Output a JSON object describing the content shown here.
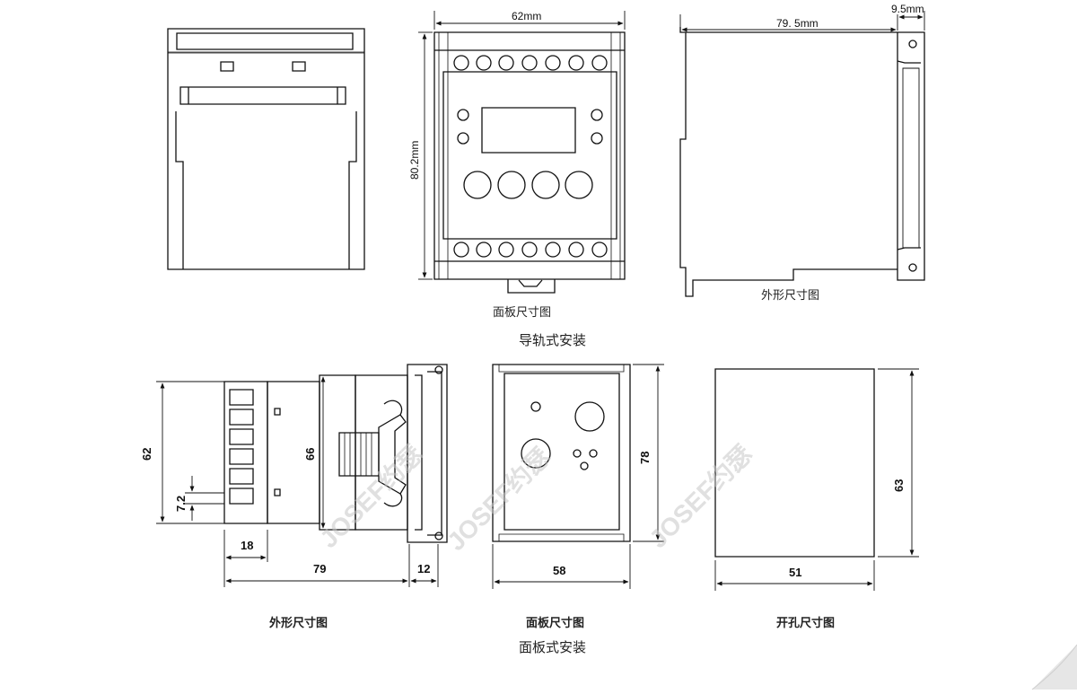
{
  "rail_mount": {
    "title": "导轨式安装",
    "panel_caption": "面板尺寸图",
    "outline_caption": "外形尺寸图",
    "dims": {
      "width": "62mm",
      "height": "80.2mm",
      "depth": "79. 5mm",
      "tab": "9.5mm"
    }
  },
  "panel_mount": {
    "title": "面板式安装",
    "outline_caption": "外形尺寸图",
    "panel_caption": "面板尺寸图",
    "cutout_caption": "开孔尺寸图",
    "dims": {
      "outline_height": "62",
      "inner_height": "66",
      "terminal_pitch": "7.2",
      "terminal_width": "18",
      "body_depth": "79",
      "flange_depth": "12",
      "panel_width": "58",
      "panel_height": "78",
      "cutout_width": "51",
      "cutout_height": "63"
    }
  },
  "watermark": {
    "text_a": "JOSEF约瑟",
    "text_b": "JOSEF约瑟",
    "text_c": "JOSEF约瑟"
  }
}
